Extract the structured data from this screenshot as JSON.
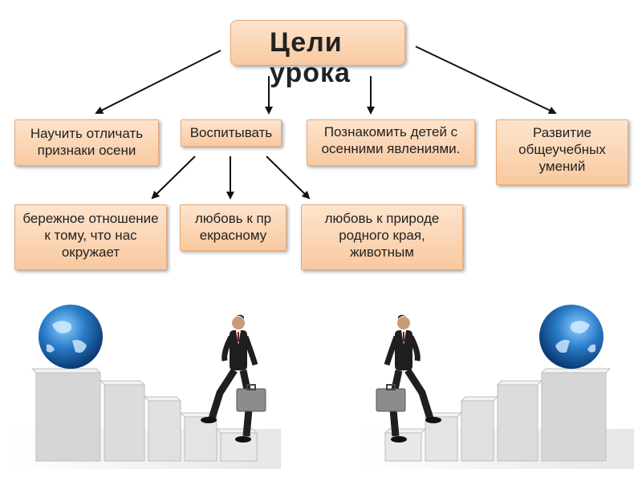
{
  "diagram": {
    "title": "Цели урока",
    "goals": [
      "Научить отличать признаки осени",
      "Воспитывать",
      "Познакомить детей с осенними явлениями.",
      "Развитие общеучебных умений"
    ],
    "sub_goals": [
      "бережное отношение к тому, что нас окружает",
      "любовь к прекрасному",
      "любовь к природе родного края, животным"
    ]
  },
  "colors": {
    "box_fill": "#fbd5b3",
    "box_border": "#e9a978",
    "arrow": "#111111",
    "globe": "#1f6fb8",
    "stairs": "#d9d9d9"
  },
  "illustrations": [
    {
      "name": "businessman-climbing-stairs-to-globe-left"
    },
    {
      "name": "businessman-climbing-stairs-to-globe-right"
    }
  ]
}
